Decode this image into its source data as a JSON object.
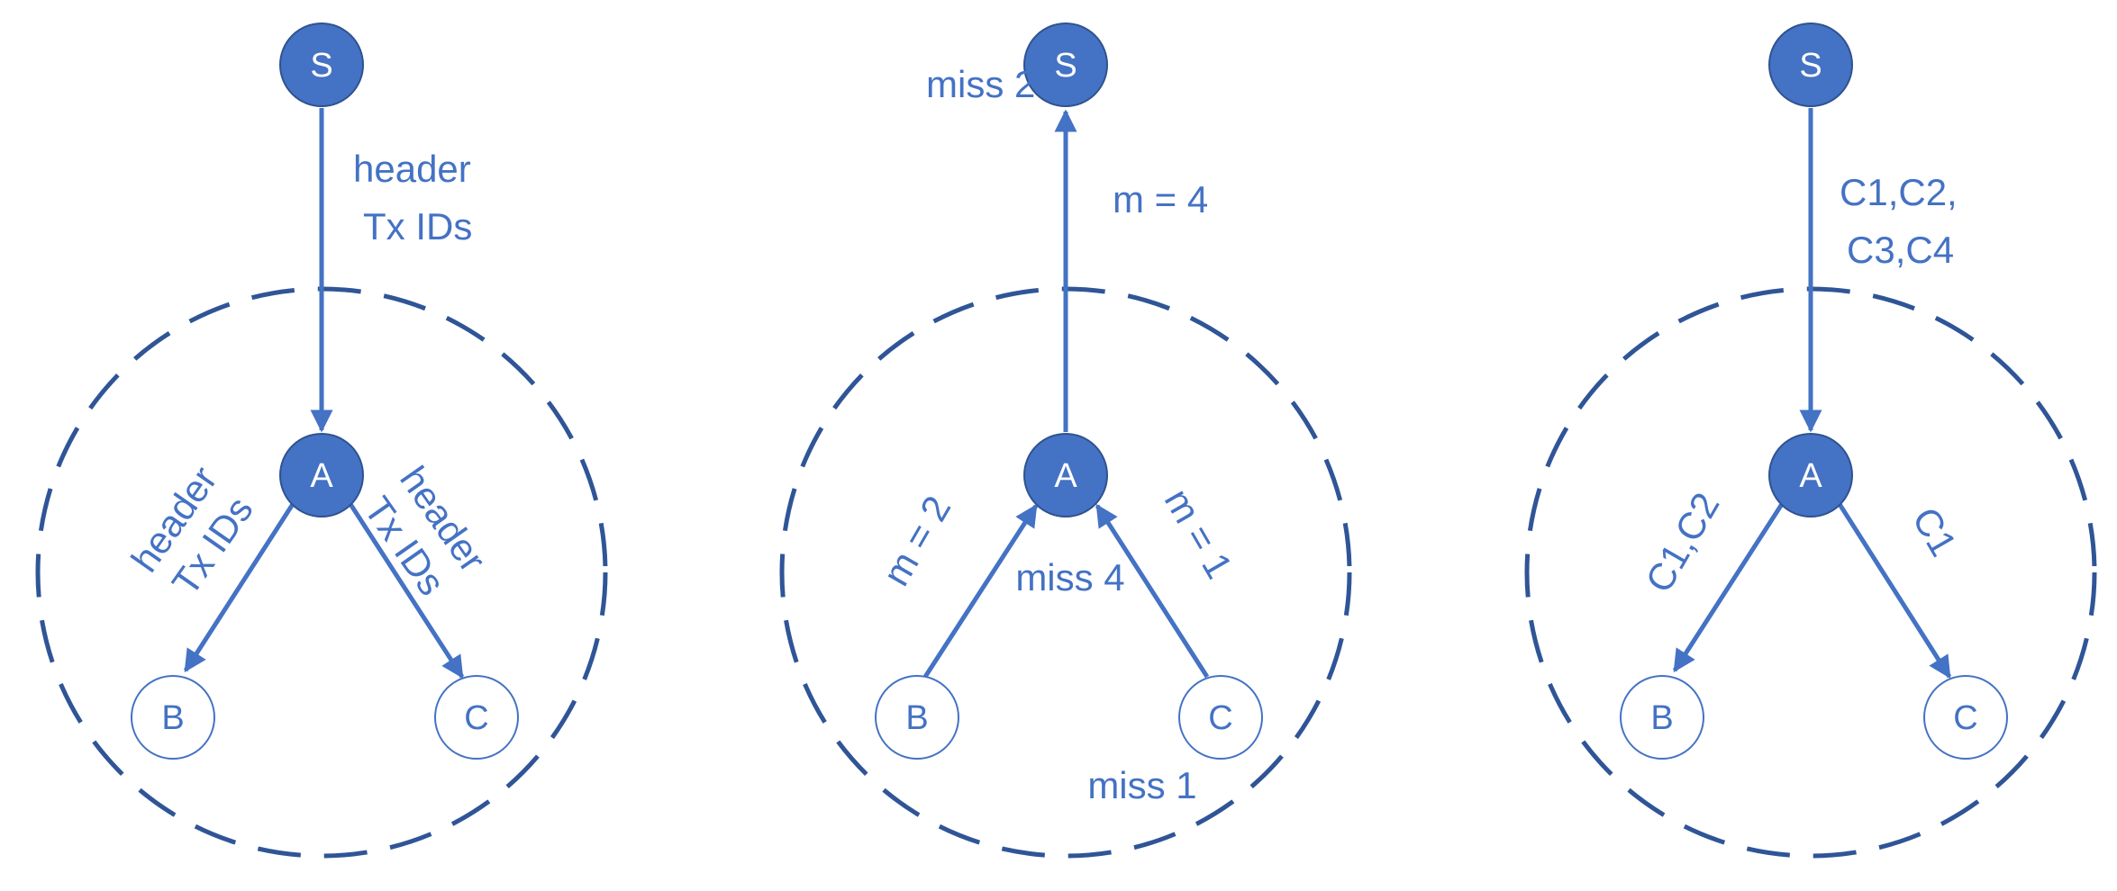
{
  "panels": [
    {
      "nodes": {
        "S": "S",
        "A": "A",
        "B": "B",
        "C": "C"
      },
      "labels": {
        "s_a_line1": "header",
        "s_a_line2": "Tx IDs",
        "a_b_line1": "header",
        "a_b_line2": "Tx IDs",
        "a_c_line1": "header",
        "a_c_line2": "Tx IDs"
      }
    },
    {
      "nodes": {
        "S": "S",
        "A": "A",
        "B": "B",
        "C": "C"
      },
      "labels": {
        "miss_s": "miss 2",
        "a_s": "m = 4",
        "b_a": "m = 2",
        "c_a": "m = 1",
        "miss_a": "miss 4",
        "miss_c": "miss 1"
      }
    },
    {
      "nodes": {
        "S": "S",
        "A": "A",
        "B": "B",
        "C": "C"
      },
      "labels": {
        "s_a_line1": "C1,C2,",
        "s_a_line2": "C3,C4",
        "a_b": "C1,C2",
        "a_c": "C1"
      }
    }
  ],
  "colors": {
    "node_fill": "#4472C4",
    "edge": "#4472C4",
    "dashed_circle": "#2F5597"
  }
}
